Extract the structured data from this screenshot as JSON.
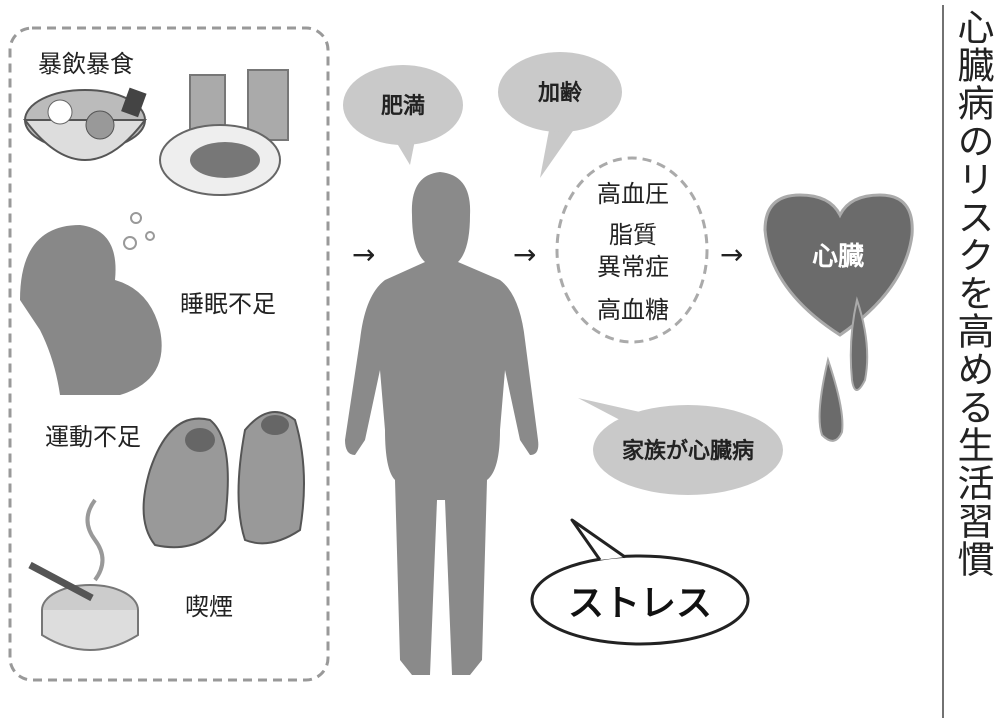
{
  "title": "心臓病のリスクを高める生活習慣",
  "lifestyle": {
    "overeating": "暴飲暴食",
    "sleep": "睡眠不足",
    "exercise": "運動不足",
    "smoking": "喫煙"
  },
  "bubbles": {
    "obesity": "肥満",
    "aging": "加齢",
    "family": "家族が心臓病",
    "stress": "ストレス"
  },
  "conditions": [
    "高血圧",
    "脂質",
    "異常症",
    "高血糖"
  ],
  "heart_label": "心臓",
  "arrow": "→",
  "colors": {
    "gray_dark": "#6b6b6b",
    "gray_mid": "#8a8a8a",
    "gray_light": "#cfcfcf"
  }
}
